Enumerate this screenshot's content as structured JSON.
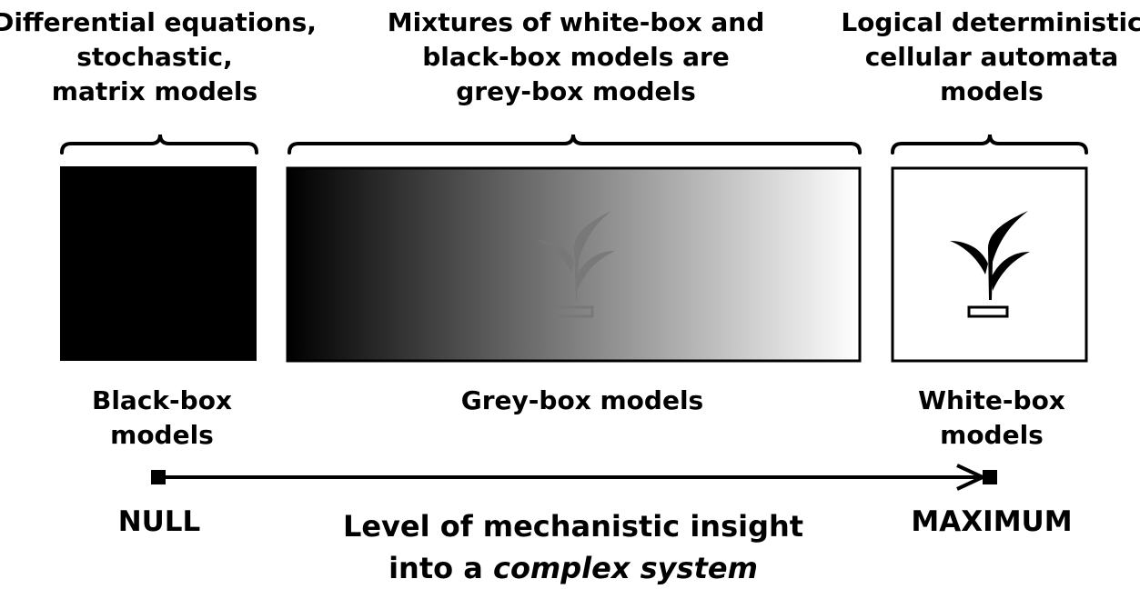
{
  "top_captions": {
    "left": [
      "Differential equations,",
      "stochastic,",
      "matrix models"
    ],
    "middle": [
      "Mixtures of white-box and",
      "black-box models are",
      "grey-box models"
    ],
    "right": [
      "Logical deterministic",
      "cellular automata",
      "models"
    ]
  },
  "box_labels": {
    "black": [
      "Black-box",
      "models"
    ],
    "grey": "Grey-box models",
    "white": [
      "White-box",
      "models"
    ]
  },
  "axis": {
    "start_label": "NULL",
    "end_label": "MAXIMUM",
    "title_line1": "Level of mechanistic insight",
    "title_line2_prefix": "into a ",
    "title_line2_emphasis": "complex system"
  },
  "colors": {
    "black_box": "#000000",
    "gradient_start": "#000000",
    "gradient_end": "#ffffff",
    "ghost_plant": "#777777"
  },
  "icons": {
    "plant": "plant-icon",
    "arrow": "arrow-right-icon"
  }
}
